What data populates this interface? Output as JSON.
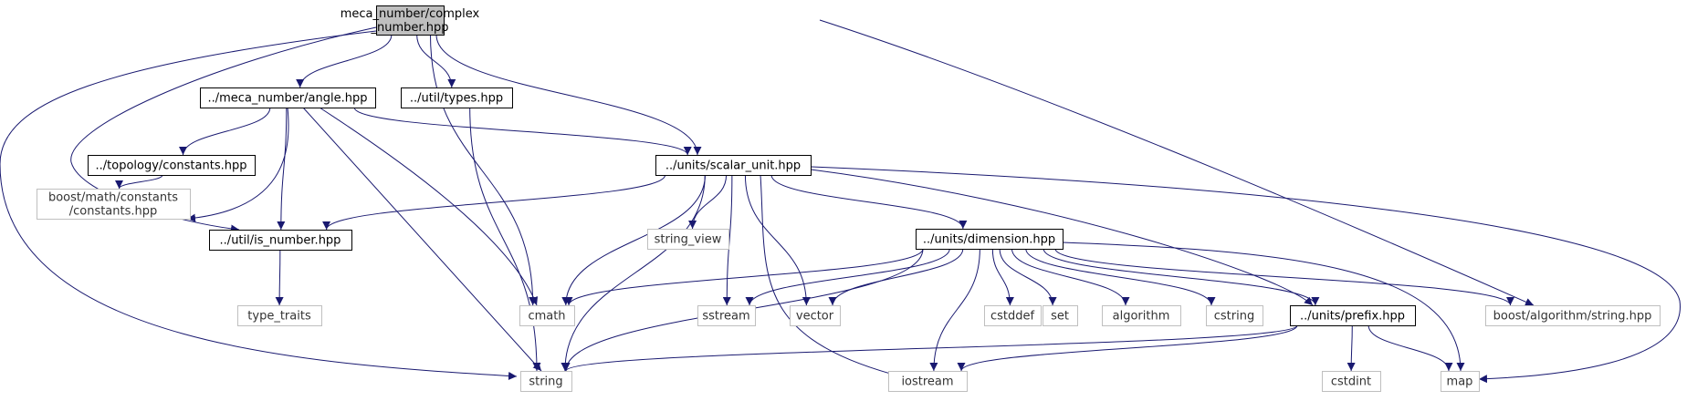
{
  "colors": {
    "edge": "#191970",
    "root_fill": "#bfbfbf",
    "root_border": "#000000",
    "local_border": "#000000",
    "external_border": "#bfbfbf",
    "background": "#ffffff"
  },
  "nodes": [
    {
      "id": "root",
      "kind": "root",
      "lines": [
        "meca_number/complex",
        "_number.hpp"
      ]
    },
    {
      "id": "angle",
      "kind": "local",
      "lines": [
        "../meca_number/angle.hpp"
      ]
    },
    {
      "id": "types",
      "kind": "local",
      "lines": [
        "../util/types.hpp"
      ]
    },
    {
      "id": "topology",
      "kind": "local",
      "lines": [
        "../topology/constants.hpp"
      ]
    },
    {
      "id": "scalar_unit",
      "kind": "local",
      "lines": [
        "../units/scalar_unit.hpp"
      ]
    },
    {
      "id": "boost_math",
      "kind": "external",
      "lines": [
        "boost/math/constants",
        "/constants.hpp"
      ]
    },
    {
      "id": "is_number",
      "kind": "local",
      "lines": [
        "../util/is_number.hpp"
      ]
    },
    {
      "id": "string_view",
      "kind": "external",
      "lines": [
        "string_view"
      ]
    },
    {
      "id": "dimension",
      "kind": "local",
      "lines": [
        "../units/dimension.hpp"
      ]
    },
    {
      "id": "type_traits",
      "kind": "external",
      "lines": [
        "type_traits"
      ]
    },
    {
      "id": "cmath",
      "kind": "external",
      "lines": [
        "cmath"
      ]
    },
    {
      "id": "sstream",
      "kind": "external",
      "lines": [
        "sstream"
      ]
    },
    {
      "id": "vector",
      "kind": "external",
      "lines": [
        "vector"
      ]
    },
    {
      "id": "cstddef",
      "kind": "external",
      "lines": [
        "cstddef"
      ]
    },
    {
      "id": "set",
      "kind": "external",
      "lines": [
        "set"
      ]
    },
    {
      "id": "algorithm",
      "kind": "external",
      "lines": [
        "algorithm"
      ]
    },
    {
      "id": "cstring",
      "kind": "external",
      "lines": [
        "cstring"
      ]
    },
    {
      "id": "prefix",
      "kind": "local",
      "lines": [
        "../units/prefix.hpp"
      ]
    },
    {
      "id": "boost_string",
      "kind": "external",
      "lines": [
        "boost/algorithm/string.hpp"
      ]
    },
    {
      "id": "string",
      "kind": "external",
      "lines": [
        "string"
      ]
    },
    {
      "id": "iostream",
      "kind": "external",
      "lines": [
        "iostream"
      ]
    },
    {
      "id": "cstdint",
      "kind": "external",
      "lines": [
        "cstdint"
      ]
    },
    {
      "id": "map",
      "kind": "external",
      "lines": [
        "map"
      ]
    }
  ],
  "edges": [
    {
      "from": "root",
      "to": "angle"
    },
    {
      "from": "root",
      "to": "types"
    },
    {
      "from": "root",
      "to": "scalar_unit"
    },
    {
      "from": "root",
      "to": "is_number"
    },
    {
      "from": "root",
      "to": "cmath"
    },
    {
      "from": "root",
      "to": "string"
    },
    {
      "from": "root",
      "to": "boost_string"
    },
    {
      "from": "angle",
      "to": "topology"
    },
    {
      "from": "angle",
      "to": "scalar_unit"
    },
    {
      "from": "angle",
      "to": "boost_math"
    },
    {
      "from": "angle",
      "to": "is_number"
    },
    {
      "from": "angle",
      "to": "cmath"
    },
    {
      "from": "angle",
      "to": "string"
    },
    {
      "from": "types",
      "to": "string"
    },
    {
      "from": "topology",
      "to": "boost_math"
    },
    {
      "from": "scalar_unit",
      "to": "is_number"
    },
    {
      "from": "scalar_unit",
      "to": "cmath"
    },
    {
      "from": "scalar_unit",
      "to": "string"
    },
    {
      "from": "scalar_unit",
      "to": "string_view"
    },
    {
      "from": "scalar_unit",
      "to": "iostream"
    },
    {
      "from": "scalar_unit",
      "to": "sstream"
    },
    {
      "from": "scalar_unit",
      "to": "vector"
    },
    {
      "from": "scalar_unit",
      "to": "dimension"
    },
    {
      "from": "scalar_unit",
      "to": "prefix"
    },
    {
      "from": "scalar_unit",
      "to": "map"
    },
    {
      "from": "is_number",
      "to": "type_traits"
    },
    {
      "from": "dimension",
      "to": "cmath"
    },
    {
      "from": "dimension",
      "to": "string"
    },
    {
      "from": "dimension",
      "to": "iostream"
    },
    {
      "from": "dimension",
      "to": "sstream"
    },
    {
      "from": "dimension",
      "to": "vector"
    },
    {
      "from": "dimension",
      "to": "cstddef"
    },
    {
      "from": "dimension",
      "to": "set"
    },
    {
      "from": "dimension",
      "to": "algorithm"
    },
    {
      "from": "dimension",
      "to": "cstring"
    },
    {
      "from": "dimension",
      "to": "prefix"
    },
    {
      "from": "dimension",
      "to": "boost_string"
    },
    {
      "from": "dimension",
      "to": "map"
    },
    {
      "from": "prefix",
      "to": "string"
    },
    {
      "from": "prefix",
      "to": "iostream"
    },
    {
      "from": "prefix",
      "to": "cstdint"
    },
    {
      "from": "prefix",
      "to": "map"
    }
  ]
}
